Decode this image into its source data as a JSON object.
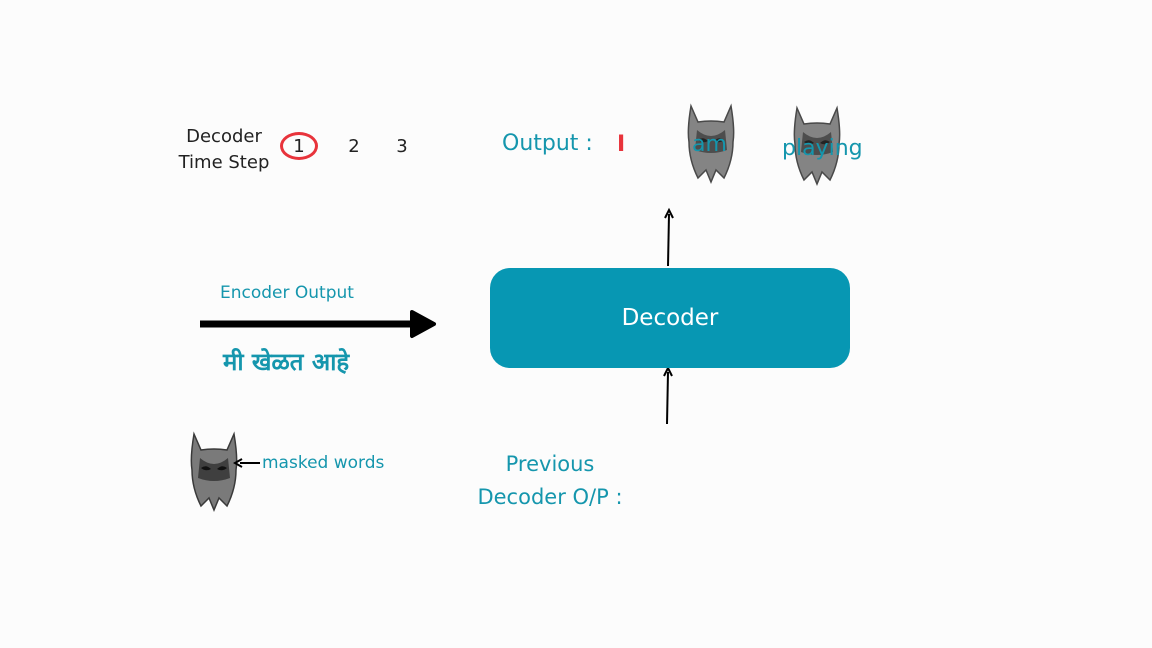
{
  "timestep": {
    "label_line1": "Decoder",
    "label_line2": "Time Step",
    "steps": [
      "1",
      "2",
      "3"
    ],
    "active_step": "1"
  },
  "output": {
    "label": "Output :",
    "words": [
      "I",
      "am",
      "playing"
    ]
  },
  "decoder": {
    "label": "Decoder"
  },
  "encoder": {
    "label": "Encoder Output",
    "input_sentence": "मी खेळत आहे"
  },
  "previous": {
    "label_line1": "Previous",
    "label_line2": "Decoder O/P :"
  },
  "legend": {
    "text": "masked words",
    "icon": "bat-mask-icon"
  },
  "colors": {
    "teal": "#1596ad",
    "decoder_box": "#0797b3",
    "highlight_red": "#e8333b",
    "arrow": "#000000"
  }
}
